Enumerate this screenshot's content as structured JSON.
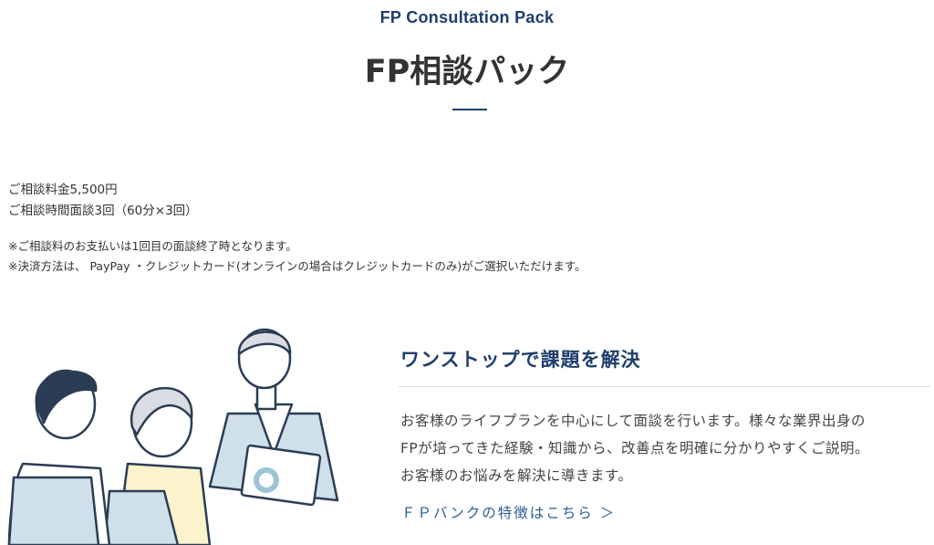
{
  "header": {
    "subtitle": "FP Consultation Pack",
    "title": "FP相談パック"
  },
  "info": {
    "fee": "ご相談料金5,500円",
    "time": "ご相談時間面談3回（60分×3回）",
    "notes": [
      "※ご相談料のお支払いは1回目の面談終了時となります。",
      "※決済方法は、 PayPay ・クレジットカード(オンラインの場合はクレジットカードのみ)がご選択いただけます。"
    ]
  },
  "feature": {
    "heading": "ワンストップで課題を解決",
    "paragraph": [
      "お客様のライフプランを中心にして面談を行います。様々な業界出身の",
      "FPが培ってきた経験・知識から、改善点を明確に分かりやすくご説明。",
      "お客様のお悩みを解決に導きます。"
    ],
    "link": "ＦＰバンクの特徴はこちら ＞"
  },
  "colors": {
    "navy": "#1e3e6c",
    "link": "#2d5d96"
  }
}
